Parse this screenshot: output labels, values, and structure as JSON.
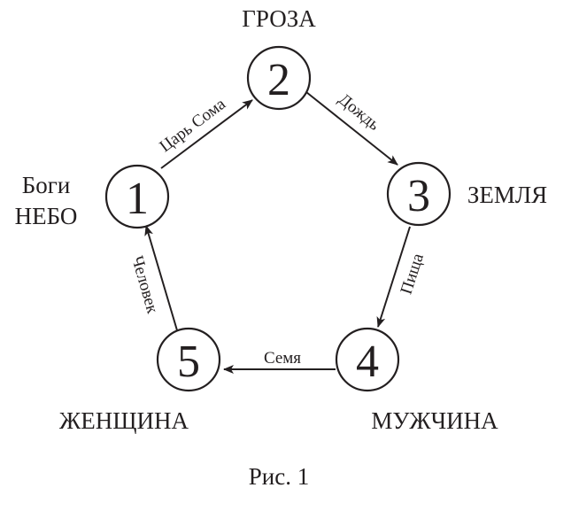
{
  "nodes": [
    {
      "num": "1",
      "labels": [
        "Боги",
        "НЕБО"
      ]
    },
    {
      "num": "2",
      "labels": [
        "ГРОЗА"
      ]
    },
    {
      "num": "3",
      "labels": [
        "ЗЕМЛЯ"
      ]
    },
    {
      "num": "4",
      "labels": [
        "МУЖЧИНА"
      ]
    },
    {
      "num": "5",
      "labels": [
        "ЖЕНЩИНА"
      ]
    }
  ],
  "edges": [
    {
      "from": "1",
      "to": "2",
      "label": "Царь Сома"
    },
    {
      "from": "2",
      "to": "3",
      "label": "Дождь"
    },
    {
      "from": "3",
      "to": "4",
      "label": "Пища"
    },
    {
      "from": "4",
      "to": "5",
      "label": "Семя"
    },
    {
      "from": "5",
      "to": "1",
      "label": "Человек"
    }
  ],
  "caption": "Рис. 1",
  "colors": {
    "ink": "#231f20",
    "background": "#ffffff"
  }
}
